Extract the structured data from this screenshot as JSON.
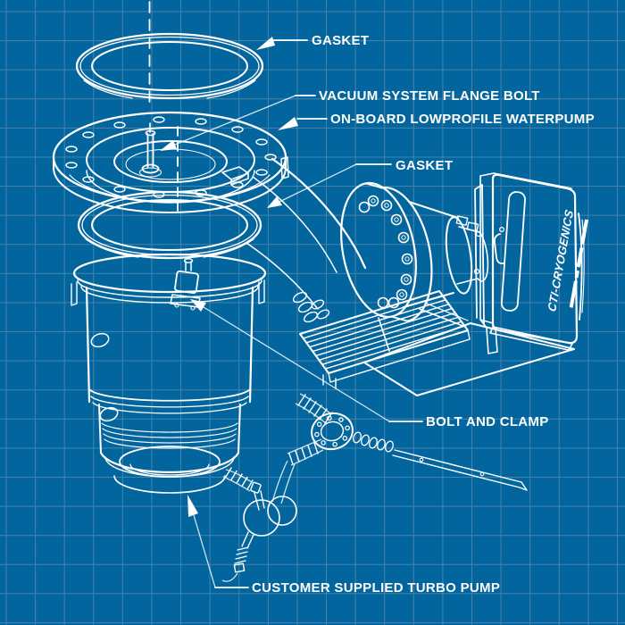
{
  "colors": {
    "background": "#03659e",
    "grid_line": "#4484aa",
    "drawing_line": "#ffffff",
    "label_text": "#ffffff"
  },
  "callouts": [
    {
      "id": "gasket-top",
      "label": "GASKET"
    },
    {
      "id": "vacuum-system-flange-bolt",
      "label": "VACUUM SYSTEM FLANGE BOLT"
    },
    {
      "id": "onboard-lowprofile-waterpump",
      "label": "ON-BOARD LOWPROFILE WATERPUMP"
    },
    {
      "id": "gasket-lower",
      "label": "GASKET"
    },
    {
      "id": "bolt-and-clamp",
      "label": "BOLT AND CLAMP"
    },
    {
      "id": "customer-supplied-turbo-pump",
      "label": "CUSTOMER SUPPLIED TURBO PUMP"
    }
  ],
  "device": {
    "brand_label": "CTI-CRYOGENICS"
  }
}
